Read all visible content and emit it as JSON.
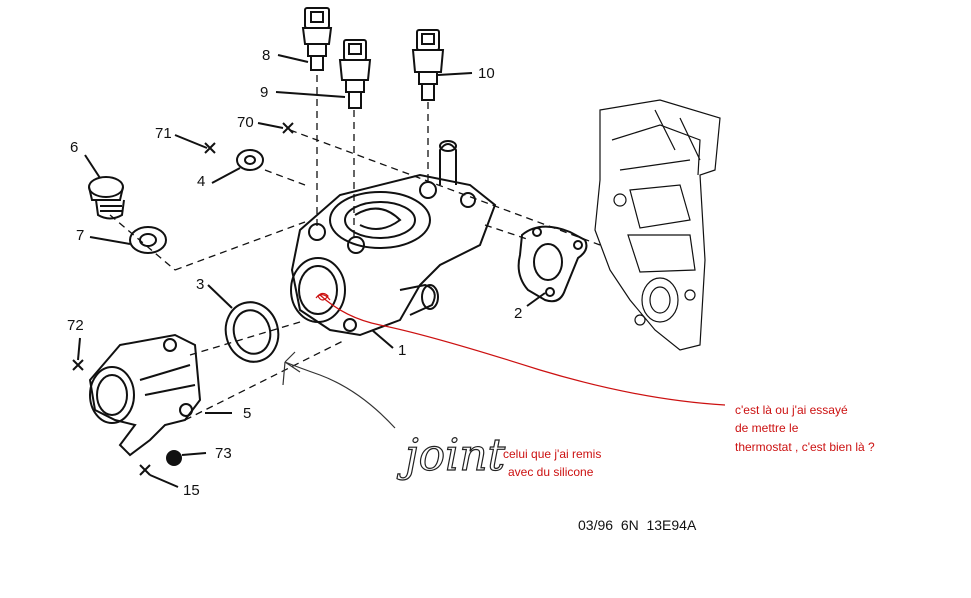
{
  "part_labels": {
    "p8": "8",
    "p9": "9",
    "p10": "10",
    "p70": "70",
    "p71": "71",
    "p6": "6",
    "p4": "4",
    "p7": "7",
    "p3": "3",
    "p2": "2",
    "p1": "1",
    "p72": "72",
    "p5": "5",
    "p73": "73",
    "p15": "15"
  },
  "annotations": {
    "thermostat_note_line1": "c'est là ou j'ai essayé",
    "thermostat_note_line2": "de mettre le",
    "thermostat_note_line3": "thermostat , c'est bien là ?",
    "joint_handwritten": "joint",
    "joint_note_line1": "celui que j'ai remis",
    "joint_note_line2": "avec du silicone"
  },
  "reference_code": "03/96  6N  13E94A",
  "colors": {
    "annotation": "#cc1111",
    "drawing": "#111111"
  }
}
